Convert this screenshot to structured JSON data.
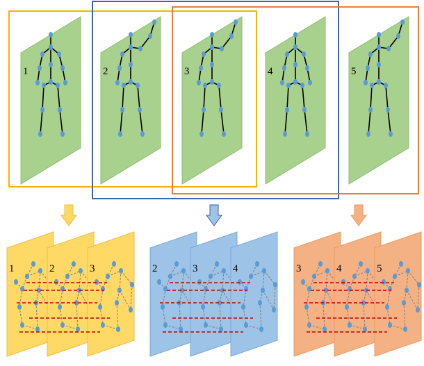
{
  "colors": {
    "yellow_box": "#f5b300",
    "blue_box": "#3d63b5",
    "orange_box": "#ef7a3b",
    "green_panel_fill": "#a9d18e",
    "green_panel_stroke": "#8cbf6e",
    "yellow_panel_fill": "#ffd966",
    "yellow_panel_stroke": "#f0bd3c",
    "blue_panel_fill": "#9dc3e6",
    "blue_panel_stroke": "#7aa9d8",
    "orange_panel_fill": "#f4b183",
    "orange_panel_stroke": "#ee9a63",
    "joint": "#5b9bd5",
    "bone": "#000000",
    "dashed_edge": "#7f7f7f",
    "temporal_edge": "#c00000"
  },
  "frames": [
    {
      "label": "1",
      "pose": "arms-down"
    },
    {
      "label": "2",
      "pose": "right-arm-raised"
    },
    {
      "label": "3",
      "pose": "right-arm-raised"
    },
    {
      "label": "4",
      "pose": "arms-down"
    },
    {
      "label": "5",
      "pose": "right-arm-raised"
    }
  ],
  "groups": [
    {
      "name": "group-1-3",
      "color": "yellow",
      "frame_labels": [
        "1",
        "2",
        "3"
      ]
    },
    {
      "name": "group-2-4",
      "color": "blue",
      "frame_labels": [
        "2",
        "3",
        "4"
      ]
    },
    {
      "name": "group-3-5",
      "color": "orange",
      "frame_labels": [
        "3",
        "4",
        "5"
      ]
    }
  ],
  "icons": {
    "down_arrow": "down-arrow-icon"
  }
}
